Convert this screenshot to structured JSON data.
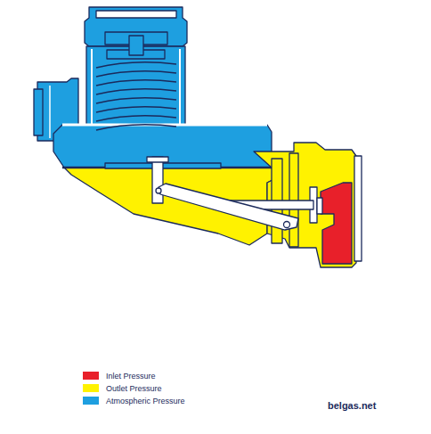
{
  "diagram": {
    "labels": [
      "belgas.net"
    ],
    "legend": [
      {
        "text": "Inlet Pressure",
        "color": "#e8202a"
      },
      {
        "text": "Outlet Pressure",
        "color": "#fff200"
      },
      {
        "text": "Atmospheric Pressure",
        "color": "#1e9fe0"
      }
    ]
  }
}
